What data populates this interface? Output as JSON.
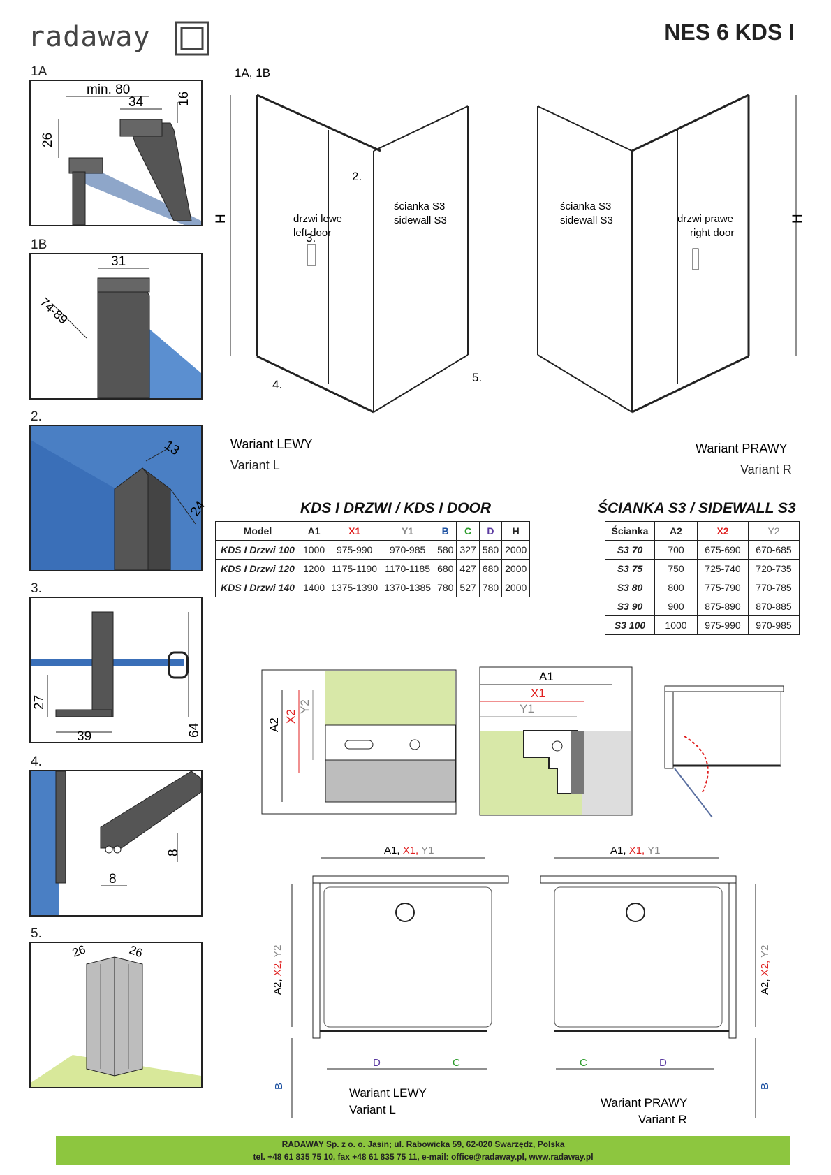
{
  "brand": {
    "name": "radaway"
  },
  "model_title": "NES 6 KDS I",
  "detail_labels": [
    "1A",
    "1B",
    "2.",
    "3.",
    "4.",
    "5."
  ],
  "detail_1a": {
    "dims": [
      "min. 80",
      "34",
      "16",
      "26"
    ]
  },
  "detail_1b": {
    "dims": [
      "31",
      "74-89"
    ]
  },
  "detail_2": {
    "dims": [
      "13",
      "24"
    ]
  },
  "detail_3": {
    "dims": [
      "27",
      "39",
      "64"
    ]
  },
  "detail_4": {
    "dims": [
      "8",
      "8"
    ]
  },
  "detail_5": {
    "dims": [
      "26",
      "26"
    ]
  },
  "left_view": {
    "callout_top": "1A, 1B",
    "callout_2": "2.",
    "callout_3": "3.",
    "callout_4": "4.",
    "callout_5": "5.",
    "height_label": "H",
    "door_label_pl": "drzwi lewe",
    "door_label_en": "left door",
    "wall_label_pl": "ścianka S3",
    "wall_label_en": "sidewall S3",
    "variant_pl": "Wariant LEWY",
    "variant_en": "Variant L"
  },
  "right_view": {
    "height_label": "H",
    "door_label_pl": "drzwi prawe",
    "door_label_en": "right door",
    "wall_label_pl": "ścianka S3",
    "wall_label_en": "sidewall S3",
    "variant_pl": "Wariant PRAWY",
    "variant_en": "Variant R"
  },
  "door_table": {
    "title": "KDS I DRZWI / KDS I DOOR",
    "headers": [
      "Model",
      "A1",
      "X1",
      "Y1",
      "B",
      "C",
      "D",
      "H"
    ],
    "header_colors": [
      "#222222",
      "#222222",
      "#e02020",
      "#888888",
      "#1a4fa0",
      "#2a9a2a",
      "#5a3aa0",
      "#222222"
    ],
    "rows": [
      [
        "KDS I Drzwi 100",
        "1000",
        "975-990",
        "970-985",
        "580",
        "327",
        "580",
        "2000"
      ],
      [
        "KDS I Drzwi 120",
        "1200",
        "1175-1190",
        "1170-1185",
        "680",
        "427",
        "680",
        "2000"
      ],
      [
        "KDS I Drzwi 140",
        "1400",
        "1375-1390",
        "1370-1385",
        "780",
        "527",
        "780",
        "2000"
      ]
    ]
  },
  "wall_table": {
    "title": "ŚCIANKA S3 / SIDEWALL S3",
    "headers": [
      "Ścianka",
      "A2",
      "X2",
      "Y2"
    ],
    "header_colors": [
      "#222222",
      "#222222",
      "#e02020",
      "#888888"
    ],
    "rows": [
      [
        "S3 70",
        "700",
        "675-690",
        "670-685"
      ],
      [
        "S3 75",
        "750",
        "725-740",
        "720-735"
      ],
      [
        "S3 80",
        "800",
        "775-790",
        "770-785"
      ],
      [
        "S3 90",
        "900",
        "875-890",
        "870-885"
      ],
      [
        "S3 100",
        "1000",
        "975-990",
        "970-985"
      ]
    ]
  },
  "mount_detail_a": {
    "labels": [
      "A2",
      "X2",
      "Y2"
    ]
  },
  "mount_detail_b": {
    "labels": [
      "A1",
      "X1",
      "Y1"
    ]
  },
  "plan_left": {
    "top_dim": [
      "A1, ",
      "X1, ",
      "Y1"
    ],
    "side_dim": [
      "A2, ",
      "X2, ",
      "Y2"
    ],
    "bottom_dims": [
      "D",
      "C"
    ],
    "b_label": "B",
    "variant_pl": "Wariant LEWY",
    "variant_en": "Variant L"
  },
  "plan_right": {
    "top_dim": [
      "A1, ",
      "X1, ",
      "Y1"
    ],
    "side_dim": [
      "A2, ",
      "X2, ",
      "Y2"
    ],
    "bottom_dims": [
      "C",
      "D"
    ],
    "b_label": "B",
    "variant_pl": "Wariant PRAWY",
    "variant_en": "Variant R"
  },
  "colors": {
    "red": "#e02020",
    "grey": "#888888",
    "blue": "#1a4fa0",
    "green": "#2a9a2a",
    "purple": "#5a3aa0",
    "footer_green": "#8dc63f"
  },
  "footer": {
    "line1": "RADAWAY Sp. z o. o. Jasin; ul. Rabowicka 59, 62-020 Swarzędz, Polska",
    "line2": "tel. +48 61 835 75 10, fax +48 61 835 75 11, e-mail: office@radaway.pl, www.radaway.pl"
  }
}
